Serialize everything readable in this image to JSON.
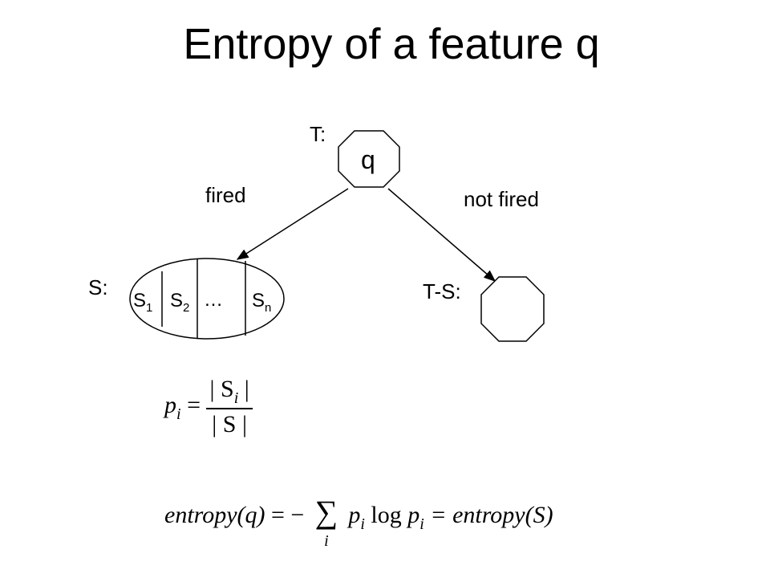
{
  "title": "Entropy of a feature q",
  "tree": {
    "root_label": "T:",
    "root_node": "q",
    "left_edge_label": "fired",
    "right_edge_label": "not fired",
    "left_set_label": "S:",
    "right_set_label": "T-S:",
    "partitions": [
      {
        "base": "S",
        "sub": "1"
      },
      {
        "base": "S",
        "sub": "2"
      },
      {
        "base": "…",
        "sub": ""
      },
      {
        "base": "S",
        "sub": "n"
      }
    ]
  },
  "formulas": {
    "p_lhs_var": "p",
    "p_lhs_sub": "i",
    "equals": "=",
    "p_num": "| S",
    "p_num_sub": "i",
    "p_num_end": " |",
    "p_den": "| S |",
    "entropy_lhs": "entropy(q)",
    "minus": "= −",
    "sum_symbol": "∑",
    "sum_index": "i",
    "term_p": "p",
    "term_p_sub": "i",
    "log": " log ",
    "term_p2": "p",
    "term_p2_sub": "i",
    "entropy_rhs": " = entropy(S)"
  }
}
